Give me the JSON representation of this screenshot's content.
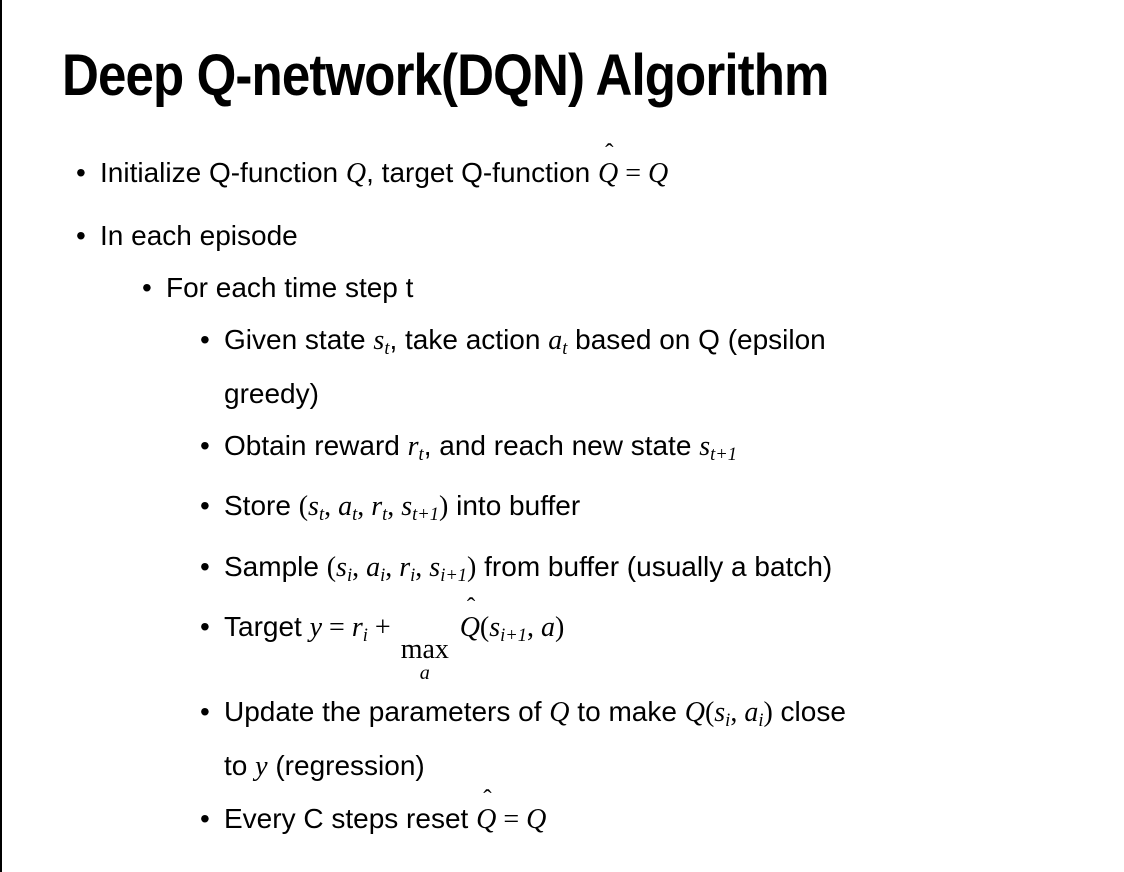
{
  "page": {
    "background_color": "#ffffff",
    "edge_line_color": "#000000",
    "text_color": "#000000"
  },
  "slide": {
    "title": "Deep Q-network(DQN) Algorithm",
    "bullet_glyph": "•",
    "hat_glyph": "ˆ",
    "bullets": [
      {
        "level": 1,
        "lines": [
          [
            {
              "y": "t",
              "v": "Initialize Q-function "
            },
            {
              "y": "m",
              "v": "Q"
            },
            {
              "y": "t",
              "v": ", target Q-function "
            },
            {
              "y": "hat",
              "b": "Q"
            },
            {
              "y": "p",
              "v": " = "
            },
            {
              "y": "m",
              "v": "Q"
            }
          ]
        ]
      },
      {
        "level": 1,
        "lines": [
          [
            {
              "y": "t",
              "v": "In each episode"
            }
          ]
        ]
      },
      {
        "level": 2,
        "lines": [
          [
            {
              "y": "t",
              "v": "For each time step t"
            }
          ]
        ]
      },
      {
        "level": 3,
        "lines": [
          [
            {
              "y": "t",
              "v": "Given state "
            },
            {
              "y": "sub",
              "b": "s",
              "s": "t"
            },
            {
              "y": "t",
              "v": ", take action "
            },
            {
              "y": "sub",
              "b": "a",
              "s": "t"
            },
            {
              "y": "t",
              "v": " based on Q (epsilon"
            }
          ],
          [
            {
              "y": "t",
              "v": "greedy)"
            }
          ]
        ]
      },
      {
        "level": 3,
        "lines": [
          [
            {
              "y": "t",
              "v": "Obtain reward "
            },
            {
              "y": "sub",
              "b": "r",
              "s": "t"
            },
            {
              "y": "t",
              "v": ", and reach new state "
            },
            {
              "y": "sub",
              "b": "s",
              "s": "t+1"
            }
          ]
        ]
      },
      {
        "level": 3,
        "lines": [
          [
            {
              "y": "t",
              "v": "Store "
            },
            {
              "y": "p",
              "v": "("
            },
            {
              "y": "sub",
              "b": "s",
              "s": "t"
            },
            {
              "y": "p",
              "v": ", "
            },
            {
              "y": "sub",
              "b": "a",
              "s": "t"
            },
            {
              "y": "p",
              "v": ", "
            },
            {
              "y": "sub",
              "b": "r",
              "s": "t"
            },
            {
              "y": "p",
              "v": ", "
            },
            {
              "y": "sub",
              "b": "s",
              "s": "t+1"
            },
            {
              "y": "p",
              "v": ")"
            },
            {
              "y": "t",
              "v": " into buffer"
            }
          ]
        ]
      },
      {
        "level": 3,
        "lines": [
          [
            {
              "y": "t",
              "v": "Sample "
            },
            {
              "y": "p",
              "v": "("
            },
            {
              "y": "sub",
              "b": "s",
              "s": "i"
            },
            {
              "y": "p",
              "v": ", "
            },
            {
              "y": "sub",
              "b": "a",
              "s": "i"
            },
            {
              "y": "p",
              "v": ", "
            },
            {
              "y": "sub",
              "b": "r",
              "s": "i"
            },
            {
              "y": "p",
              "v": ", "
            },
            {
              "y": "sub",
              "b": "s",
              "s": "i+1"
            },
            {
              "y": "p",
              "v": ")"
            },
            {
              "y": "t",
              "v": " from buffer (usually a batch)"
            }
          ]
        ]
      },
      {
        "level": 3,
        "lines": [
          [
            {
              "y": "t",
              "v": "Target "
            },
            {
              "y": "m",
              "v": "y"
            },
            {
              "y": "p",
              "v": " = "
            },
            {
              "y": "sub",
              "b": "r",
              "s": "i"
            },
            {
              "y": "p",
              "v": " + "
            },
            {
              "y": "under",
              "b": "max",
              "u": "a"
            },
            {
              "y": "t",
              "v": " "
            },
            {
              "y": "hat",
              "b": "Q"
            },
            {
              "y": "p",
              "v": "("
            },
            {
              "y": "sub",
              "b": "s",
              "s": "i+1"
            },
            {
              "y": "p",
              "v": ", "
            },
            {
              "y": "m",
              "v": "a"
            },
            {
              "y": "p",
              "v": ")"
            }
          ]
        ]
      },
      {
        "level": 3,
        "lines": [
          [
            {
              "y": "t",
              "v": "Update the parameters of "
            },
            {
              "y": "m",
              "v": "Q"
            },
            {
              "y": "t",
              "v": " to make "
            },
            {
              "y": "m",
              "v": "Q"
            },
            {
              "y": "p",
              "v": "("
            },
            {
              "y": "sub",
              "b": "s",
              "s": "i"
            },
            {
              "y": "p",
              "v": ", "
            },
            {
              "y": "sub",
              "b": "a",
              "s": "i"
            },
            {
              "y": "p",
              "v": ")"
            },
            {
              "y": "t",
              "v": " close"
            }
          ],
          [
            {
              "y": "t",
              "v": "to "
            },
            {
              "y": "m",
              "v": "y"
            },
            {
              "y": "t",
              "v": " (regression)"
            }
          ]
        ]
      },
      {
        "level": 3,
        "lines": [
          [
            {
              "y": "t",
              "v": "Every C steps reset "
            },
            {
              "y": "hat",
              "b": "Q"
            },
            {
              "y": "p",
              "v": " = "
            },
            {
              "y": "m",
              "v": "Q"
            }
          ]
        ]
      }
    ]
  }
}
